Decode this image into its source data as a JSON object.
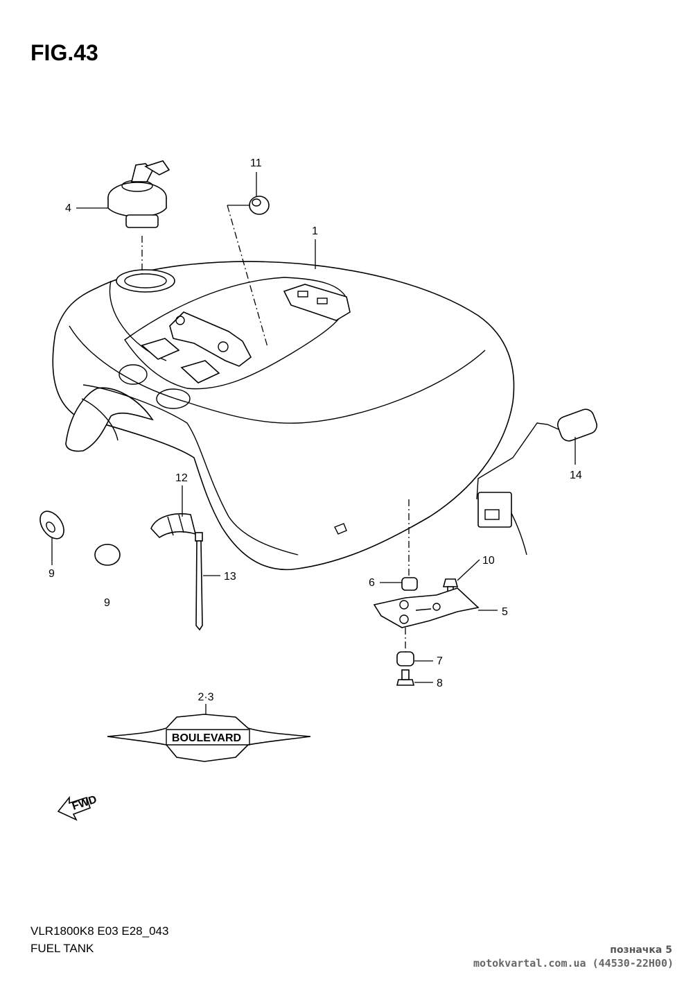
{
  "figure": {
    "title": "FIG.43",
    "model_code": "VLR1800K8 E03 E28_043",
    "name": "FUEL TANK"
  },
  "callouts": {
    "c1": "1",
    "c23": "2·3",
    "c4": "4",
    "c5": "5",
    "c6": "6",
    "c7": "7",
    "c8": "8",
    "c9a": "9",
    "c9b": "9",
    "c10": "10",
    "c11": "11",
    "c12": "12",
    "c13": "13",
    "c14": "14"
  },
  "emblem": {
    "text": "BOULEVARD",
    "fwd": "FWD"
  },
  "watermark": {
    "line1": "позначка 5",
    "line2": "motokvartal.com.ua (44530-22H00)"
  }
}
